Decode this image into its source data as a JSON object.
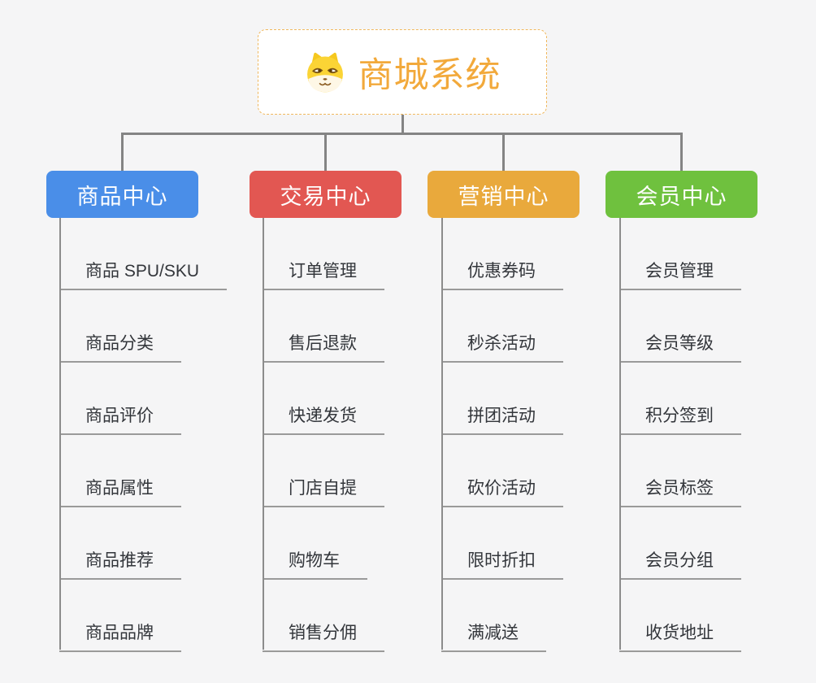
{
  "root": {
    "title": "商城系统",
    "icon": "dog-mascot",
    "title_color": "#F2A93B",
    "border_color": "#F0B85E"
  },
  "branches": [
    {
      "label": "商品中心",
      "color": "#4A8EE8",
      "items": [
        "商品 SPU/SKU",
        "商品分类",
        "商品评价",
        "商品属性",
        "商品推荐",
        "商品品牌"
      ]
    },
    {
      "label": "交易中心",
      "color": "#E25752",
      "items": [
        "订单管理",
        "售后退款",
        "快递发货",
        "门店自提",
        "购物车",
        "销售分佣"
      ]
    },
    {
      "label": "营销中心",
      "color": "#E9A93C",
      "items": [
        "优惠券码",
        "秒杀活动",
        "拼团活动",
        "砍价活动",
        "限时折扣",
        "满减送"
      ]
    },
    {
      "label": "会员中心",
      "color": "#6FC13E",
      "items": [
        "会员管理",
        "会员等级",
        "积分签到",
        "会员标签",
        "会员分组",
        "收货地址"
      ]
    }
  ],
  "colors": {
    "background": "#F5F5F6",
    "connector": "#848484",
    "leaf_underline": "#9A9A9A",
    "leaf_text": "#33363B"
  }
}
